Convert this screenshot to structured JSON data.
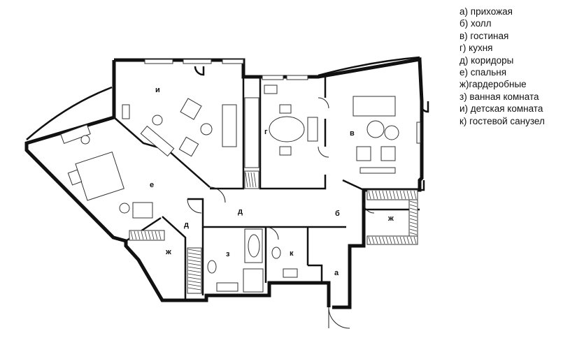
{
  "legend": [
    "а) прихожая",
    "б) холл",
    "в) гостиная",
    "г) кухня",
    "д) коридоры",
    "е) спальня",
    "ж)гардеробные",
    "з) ванная комната",
    "и) детская комната",
    "к) гостевой санузел"
  ],
  "rooms": {
    "a": "а",
    "b": "б",
    "v": "в",
    "g": "г",
    "d1": "д",
    "d2": "д",
    "e": "е",
    "zh1": "ж",
    "zh2": "ж",
    "z": "з",
    "i": "и",
    "k": "к"
  }
}
